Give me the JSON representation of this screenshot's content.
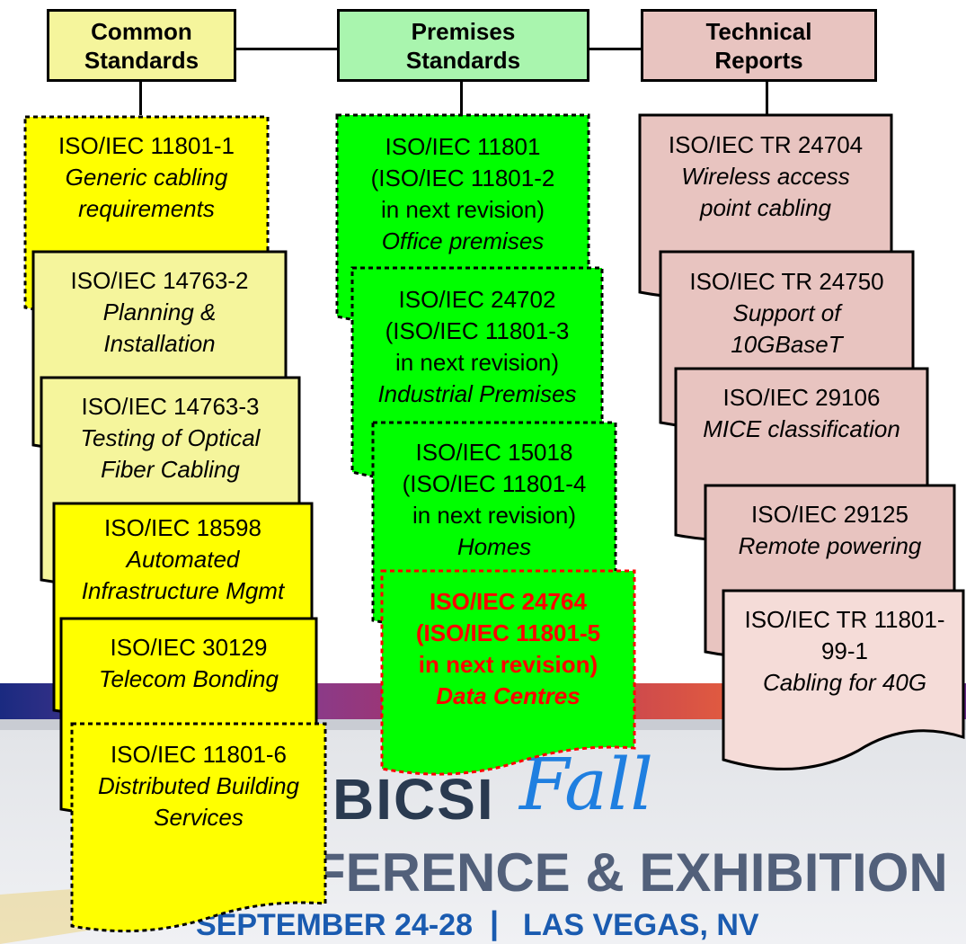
{
  "colors": {
    "common_header": "#f5f59c",
    "premises_header": "#a9f5ae",
    "technical_header": "#e8c4c0",
    "yellow_doc": "#ffff00",
    "light_yellow_doc": "#f5f59c",
    "green_doc": "#00ff00",
    "pink_doc": "#e8c4c0",
    "light_pink_doc": "#f5dcd8",
    "red_text": "#ff0000",
    "banner_blue": "#1a5bb0",
    "banner_gray": "#52607a"
  },
  "headers": {
    "common": {
      "line1": "Common",
      "line2": "Standards"
    },
    "premises": {
      "line1": "Premises",
      "line2": "Standards"
    },
    "technical": {
      "line1": "Technical",
      "line2": "Reports"
    }
  },
  "common_docs": [
    {
      "code": "ISO/IEC 11801-1",
      "desc1": "Generic cabling",
      "desc2": "requirements"
    },
    {
      "code": "ISO/IEC 14763-2",
      "desc1": "Planning &",
      "desc2": "Installation"
    },
    {
      "code": "ISO/IEC 14763-3",
      "desc1": "Testing of Optical",
      "desc2": "Fiber Cabling"
    },
    {
      "code": "ISO/IEC 18598",
      "desc1": "Automated",
      "desc2": "Infrastructure Mgmt"
    },
    {
      "code": "ISO/IEC 30129",
      "desc1": "Telecom Bonding"
    },
    {
      "code": "ISO/IEC 11801-6",
      "desc1": "Distributed Building",
      "desc2": "Services"
    }
  ],
  "premises_docs": [
    {
      "code": "ISO/IEC 11801",
      "line2": "(ISO/IEC 11801-2",
      "line3": "in next revision)",
      "desc": "Office premises"
    },
    {
      "code": "ISO/IEC 24702",
      "line2": "(ISO/IEC 11801-3",
      "line3": "in next revision)",
      "desc": "Industrial Premises"
    },
    {
      "code": "ISO/IEC 15018",
      "line2": "(ISO/IEC 11801-4",
      "line3": "in next revision)",
      "desc": "Homes"
    },
    {
      "code": "ISO/IEC 24764",
      "line2": "(ISO/IEC 11801-5",
      "line3": "in next revision)",
      "desc": "Data Centres"
    }
  ],
  "technical_docs": [
    {
      "code": "ISO/IEC TR 24704",
      "desc1": "Wireless access",
      "desc2": "point cabling"
    },
    {
      "code": "ISO/IEC TR 24750",
      "desc1": "Support of",
      "desc2": "10GBaseT"
    },
    {
      "code": "ISO/IEC 29106",
      "desc1": "MICE classification"
    },
    {
      "code": "ISO/IEC 29125",
      "desc1": "Remote powering"
    },
    {
      "code": "ISO/IEC TR 11801-",
      "line2": "99-1",
      "desc1": "Cabling for 40G"
    }
  ],
  "banner": {
    "logo": "BICSI",
    "script": "Fall",
    "title": "FERENCE & EXHIBITION",
    "dates": "SEPTEMBER 24-28",
    "separator": "|",
    "location": "LAS VEGAS, NV"
  }
}
